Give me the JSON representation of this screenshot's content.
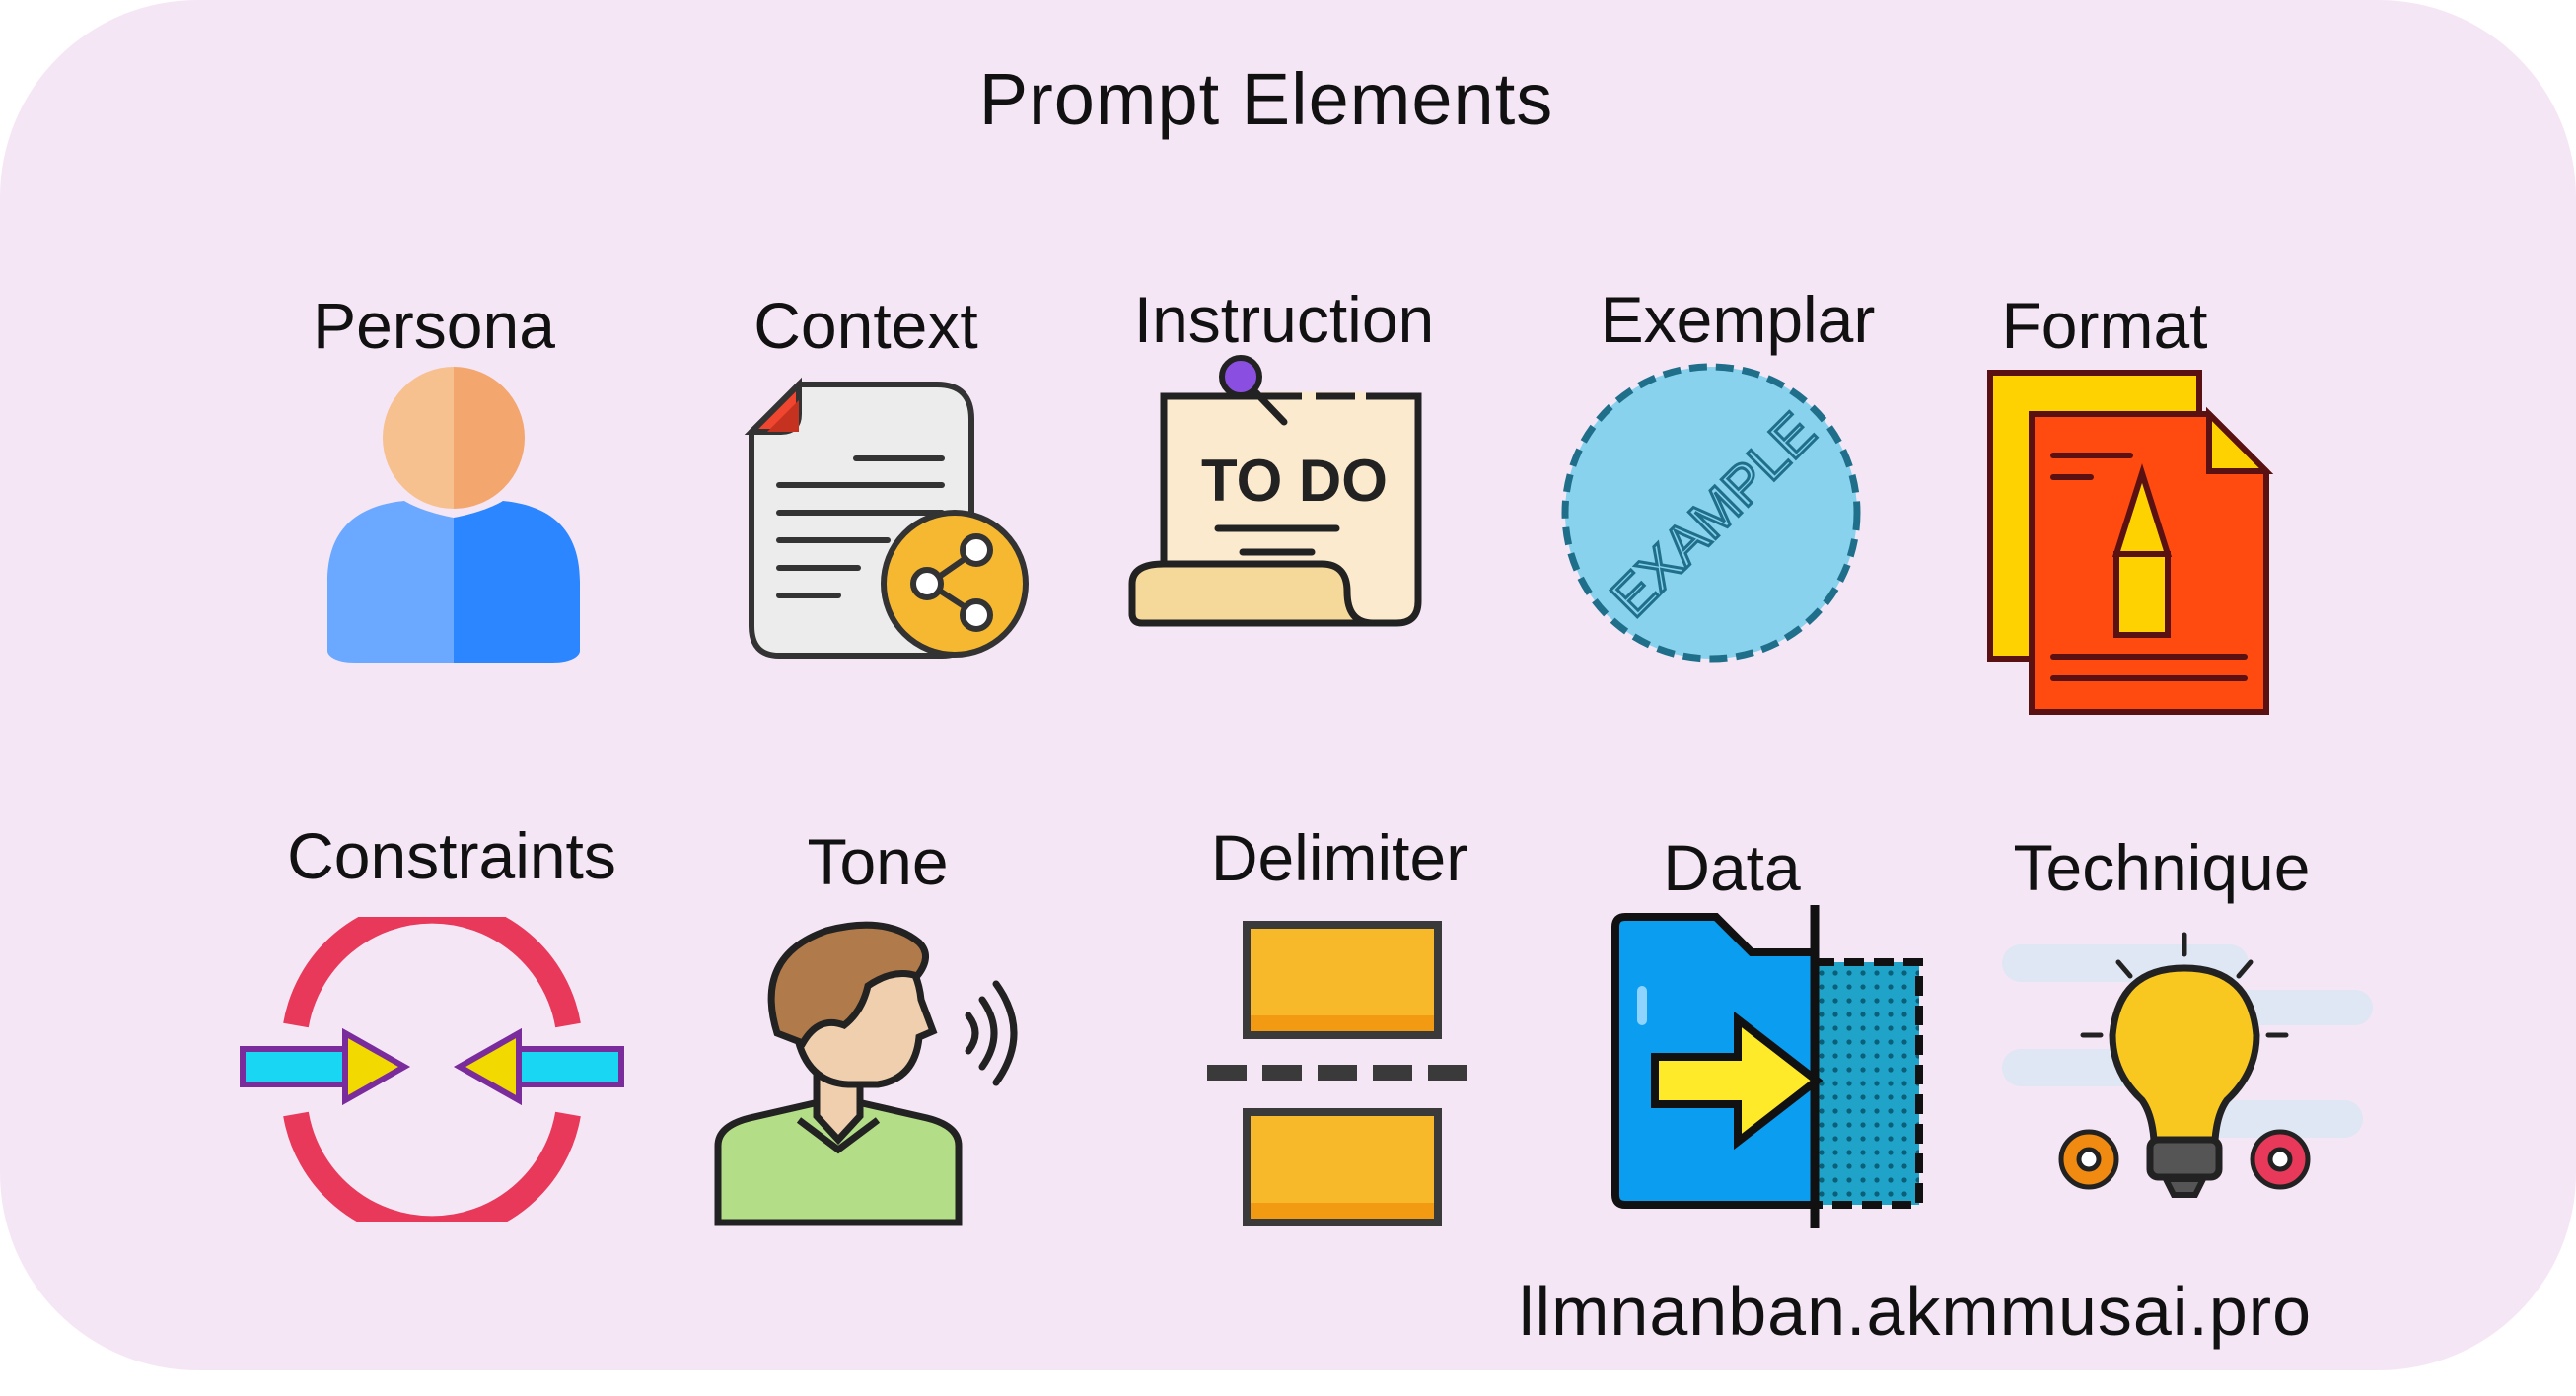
{
  "title": "Prompt Elements",
  "elements": [
    {
      "label": "Persona",
      "icon": "person-icon"
    },
    {
      "label": "Context",
      "icon": "document-share-icon"
    },
    {
      "label": "Instruction",
      "icon": "todo-note-icon"
    },
    {
      "label": "Exemplar",
      "icon": "example-stamp-icon"
    },
    {
      "label": "Format",
      "icon": "format-documents-icon"
    },
    {
      "label": "Constraints",
      "icon": "constraints-arrows-icon"
    },
    {
      "label": "Tone",
      "icon": "speaking-person-icon"
    },
    {
      "label": "Delimiter",
      "icon": "delimiter-blocks-icon"
    },
    {
      "label": "Data",
      "icon": "data-folder-icon"
    },
    {
      "label": "Technique",
      "icon": "lightbulb-gears-icon"
    }
  ],
  "footer": "llmnanban.akmmusai.pro",
  "colors": {
    "background": "#f5e6f6",
    "text": "#111111"
  }
}
